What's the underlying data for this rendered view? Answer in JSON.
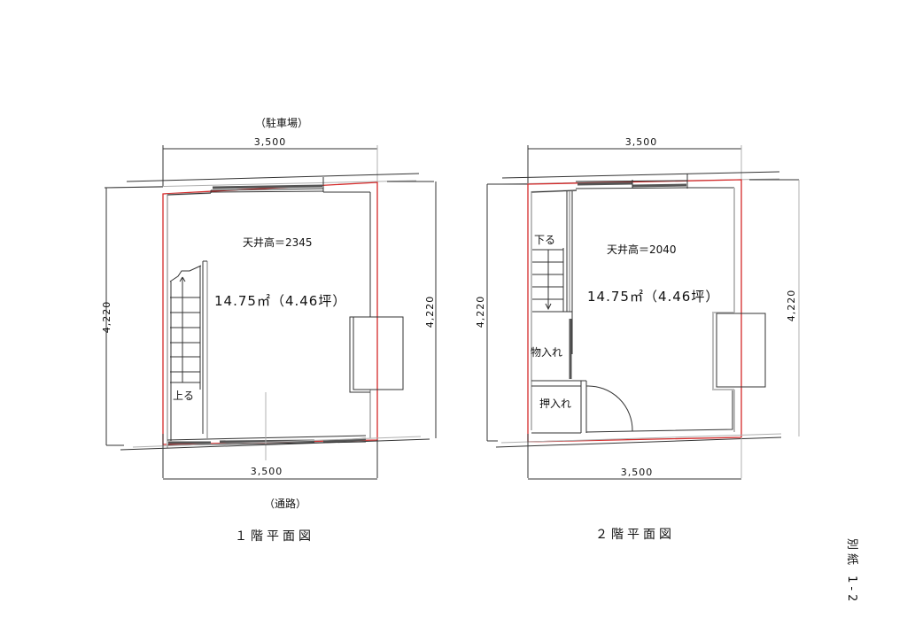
{
  "sheet": {
    "label": "別紙 1-2",
    "colors": {
      "boundary": "#d42a2a",
      "wall": "#333333",
      "wall_secondary": "#bdbdbd"
    }
  },
  "floor1": {
    "title": "１階平面図",
    "top_label": "（駐車場）",
    "bottom_label": "（通路）",
    "dim_top": "3,500",
    "dim_bottom": "3,500",
    "dim_left": "4,220",
    "dim_right": "4,220",
    "ceiling_height": "天井高＝2345",
    "area": "14.75㎡（4.46坪）",
    "stairs_label": "上る"
  },
  "floor2": {
    "title": "２階平面図",
    "dim_top": "3,500",
    "dim_bottom": "3,500",
    "dim_left": "4,220",
    "dim_right": "4,220",
    "ceiling_height": "天井高＝2040",
    "area": "14.75㎡（4.46坪）",
    "stairs_label": "下る",
    "storage_label": "物入れ",
    "closet_label": "押入れ"
  }
}
